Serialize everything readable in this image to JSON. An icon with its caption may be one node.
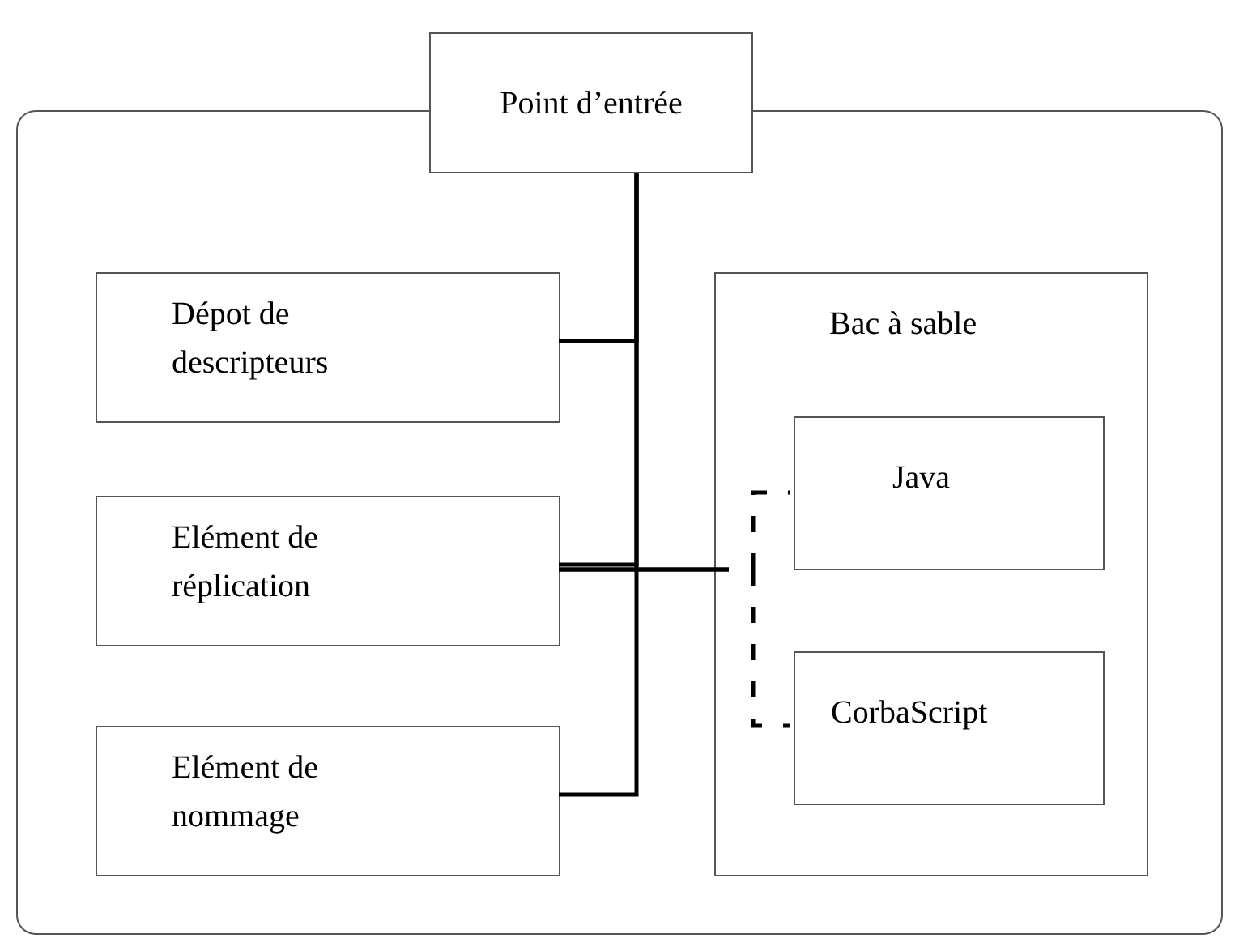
{
  "diagram": {
    "nodes": [
      {
        "text": [],
        "shape": "box"
      },
      {
        "text": [
          "Point d’entrée"
        ]
      },
      {
        "text": [
          "Dépot de descripteurs"
        ],
        "in": 0
      },
      {
        "text": [
          "Elément de réplication"
        ],
        "in": 0
      },
      {
        "text": [
          "Elément de nommage"
        ],
        "in": 0
      },
      {
        "text": [
          "Bac à sable"
        ],
        "in": 0
      },
      {
        "text": [
          "Java"
        ],
        "in": 5
      },
      {
        "text": [
          "CorbaScript"
        ],
        "in": 5
      }
    ],
    "edges": [
      {
        "from": 1,
        "to": 2,
        "arrow": "none"
      },
      {
        "from": 1,
        "to": 3,
        "arrow": "none"
      },
      {
        "from": 1,
        "to": 4,
        "arrow": "none"
      },
      {
        "from": 3,
        "to": 6,
        "arrow": "none",
        "style": "dashed"
      },
      {
        "from": 3,
        "to": 7,
        "arrow": "none",
        "style": "dashed"
      }
    ]
  }
}
